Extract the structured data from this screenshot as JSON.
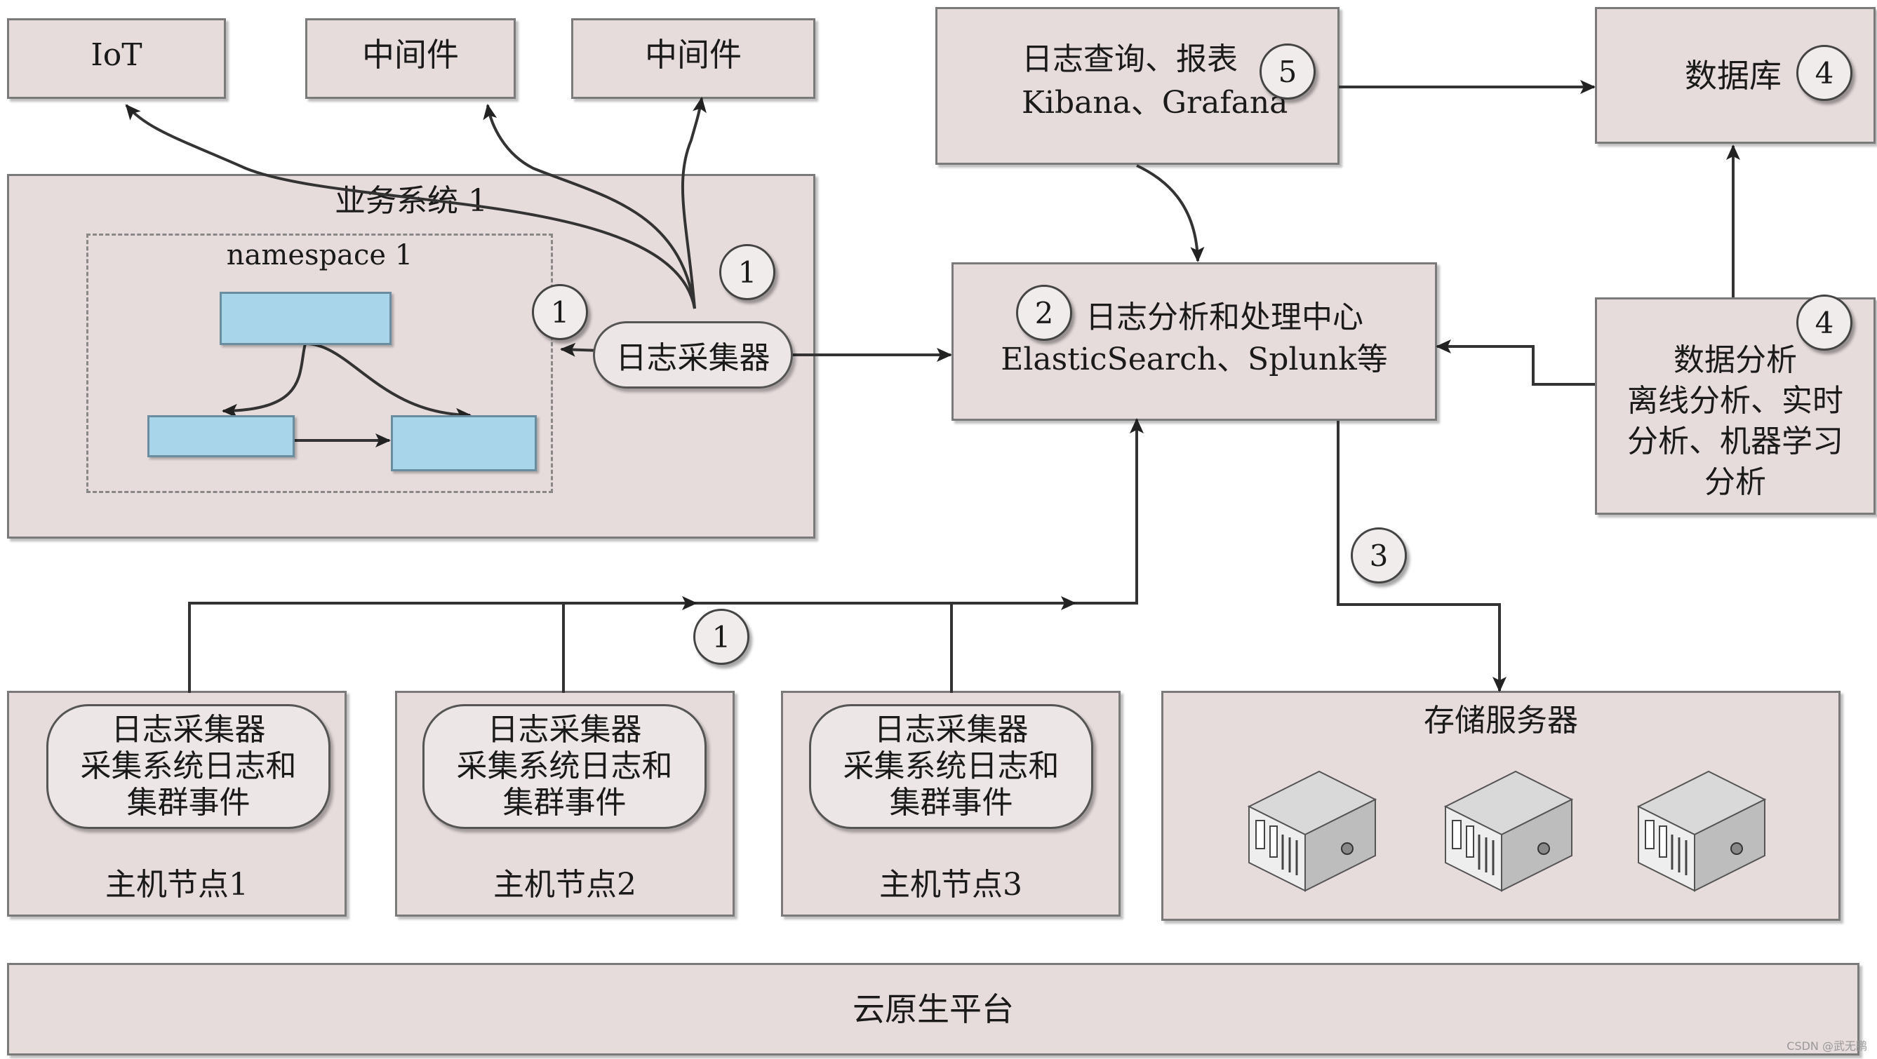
{
  "top_boxes": {
    "iot": "IoT",
    "middleware_1": "中间件",
    "middleware_2": "中间件"
  },
  "business_system": {
    "title": "业务系统 1",
    "namespace": "namespace 1",
    "collector": "日志采集器",
    "badge_a": "1",
    "badge_b": "1"
  },
  "query_report": {
    "line1": "日志查询、报表",
    "line2": "Kibana、Grafana",
    "badge": "5"
  },
  "database": {
    "label": "数据库",
    "badge": "4"
  },
  "analysis_center": {
    "line1": "日志分析和处理中心",
    "line2": "ElasticSearch、Splunk等",
    "badge": "2"
  },
  "data_analysis": {
    "lines": [
      "数据分析",
      "离线分析、实时",
      "分析、机器学习",
      "分析"
    ],
    "badge": "4"
  },
  "storage_badge": "3",
  "host_badge": "1",
  "hosts": [
    {
      "collector_lines": [
        "日志采集器",
        "采集系统日志和",
        "集群事件"
      ],
      "label": "主机节点1"
    },
    {
      "collector_lines": [
        "日志采集器",
        "采集系统日志和",
        "集群事件"
      ],
      "label": "主机节点2"
    },
    {
      "collector_lines": [
        "日志采集器",
        "采集系统日志和",
        "集群事件"
      ],
      "label": "主机节点3"
    }
  ],
  "storage": {
    "title": "存储服务器",
    "server_icons": [
      "server-icon",
      "server-icon",
      "server-icon"
    ]
  },
  "platform": "云原生平台",
  "watermark": "CSDN @武无鹏",
  "colors": {
    "box_fill": "#e6dcdc",
    "component_fill": "#a8d5ea",
    "line": "#333333"
  }
}
